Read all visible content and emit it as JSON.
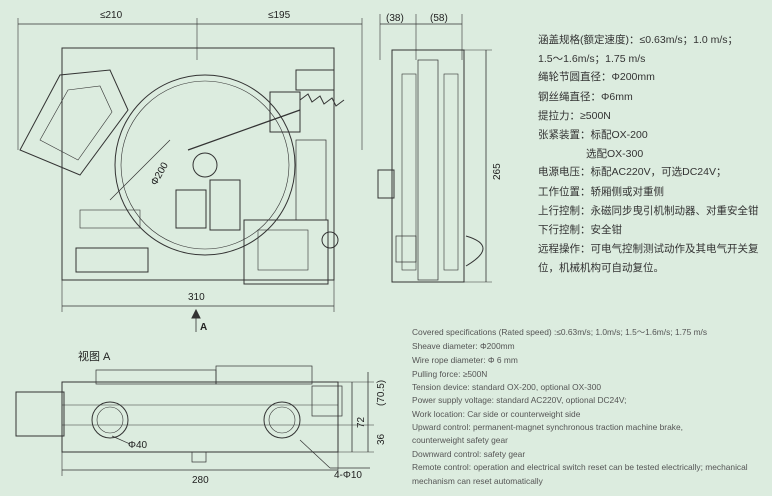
{
  "dimensions": {
    "front_top_left": "≤210",
    "front_top_right": "≤195",
    "front_bottom": "310",
    "sheave_dia": "Φ200",
    "side_top_left": "(38)",
    "side_top_right": "(58)",
    "side_height": "265",
    "arrow_label": "A",
    "bottom_width": "280",
    "hole_dia": "Φ40",
    "bolt_holes": "4-Φ10",
    "right_a": "(70.5)",
    "right_b": "72",
    "right_c": "36"
  },
  "view_label": "视图 A",
  "specs_cn": [
    "涵盖规格(额定速度)：≤0.63m/s；1.0 m/s；",
    "1.5～1.6m/s；1.75 m/s",
    "绳轮节圆直径：Φ200mm",
    "钢丝绳直径：Φ6mm",
    "提拉力：≥500N",
    "张紧装置：标配OX-200",
    "选配OX-300",
    "电源电压：标配AC220V，可选DC24V；",
    "工作位置：轿厢侧或对重侧",
    "上行控制：永磁同步曳引机制动器、对重安全钳",
    "下行控制：安全钳",
    "远程操作：可电气控制测试动作及其电气开关复",
    "位，机械机构可自动复位。"
  ],
  "specs_en": [
    "Covered specifications (Rated speed) :≤0.63m/s; 1.0m/s; 1.5～1.6m/s;  1.75 m/s",
    "Sheave diameter:  Φ200mm",
    "Wire rope diameter:   Φ 6 mm",
    "Pulling force: ≥500N",
    "Tension device: standard  OX-200,  optional  OX-300",
    "Power supply voltage: standard AC220V, optional DC24V;",
    "Work location: Car side or counterweight  side",
    "Upward control: permanent-magnet synchronous traction machine brake,",
    "counterweight safety gear",
    "Downward control: safety gear",
    "Remote control: operation and electrical switch reset can be tested electrically; mechanical",
    "mechanism can reset automatically"
  ],
  "colors": {
    "background": "#dcecdf",
    "line": "#333333"
  }
}
